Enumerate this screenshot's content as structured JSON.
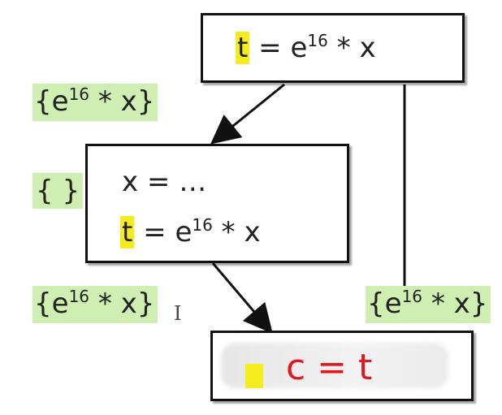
{
  "top_block": {
    "lhs": "t",
    "rhs_base": "= e",
    "rhs_exp": "16",
    "rhs_tail": " * x"
  },
  "middle_block": {
    "line1": "x  =  …",
    "line2": {
      "lhs": "t",
      "rhs_base": " =  e",
      "rhs_exp": "16",
      "rhs_tail": " * x"
    }
  },
  "bottom_block": {
    "text": "c = t"
  },
  "sets": {
    "top_left": {
      "open": "{e",
      "exp": "16",
      "tail": " * x}"
    },
    "middle_left": {
      "text": "{ }"
    },
    "lower_left": {
      "open": "{e",
      "exp": "16",
      "tail": " * x}"
    },
    "lower_right": {
      "open": "{e",
      "exp": "16",
      "tail": " * x}"
    }
  },
  "colors": {
    "highlight": "#f4ec1c",
    "set_bg": "#cfeeb1",
    "result_text": "#e3161d"
  }
}
